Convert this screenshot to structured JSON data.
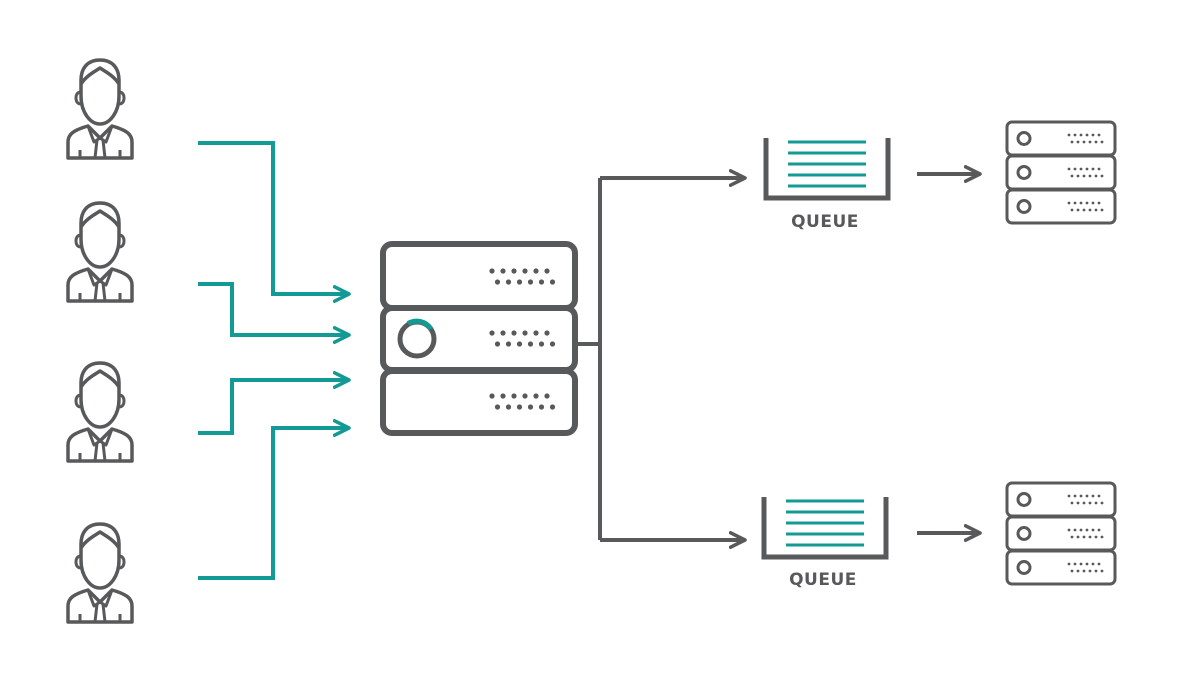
{
  "colors": {
    "stroke": "#58595b",
    "accent": "#139a94",
    "background": "#ffffff"
  },
  "icons": {
    "user": "user-icon",
    "server": "server-icon",
    "queue": "queue-icon",
    "arrow": "arrow-icon"
  },
  "clients": {
    "count": 4
  },
  "queues": [
    {
      "label": "QUEUE"
    },
    {
      "label": "QUEUE"
    }
  ]
}
